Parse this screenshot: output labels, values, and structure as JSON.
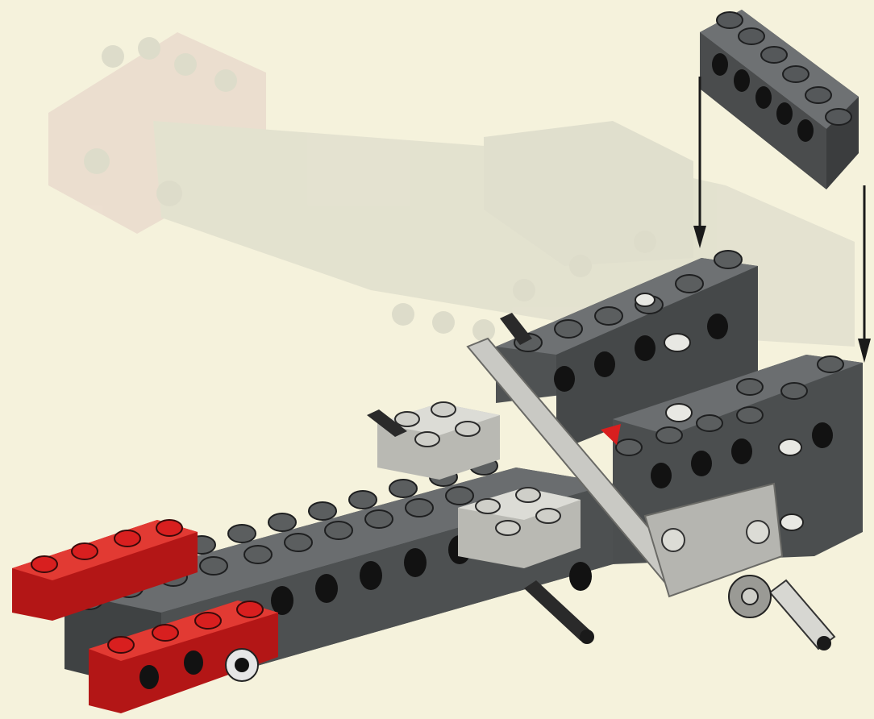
{
  "page": {
    "kind": "Instruction illustration",
    "background_color": "#f5f2dc",
    "visible_text": []
  },
  "palette": {
    "dark_gray": "#5b5e5f",
    "dark_gray_top": "#6e7173",
    "dark_gray_shadow": "#3b3d3e",
    "light_gray": "#c9c9c4",
    "light_gray_top": "#dcdcd6",
    "red": "#d81f1f",
    "red_top": "#e23a33",
    "black": "#111111",
    "ghost": "#d9d8c6",
    "ghost_red": "#e2c9bd"
  },
  "parts": {
    "new_part": {
      "name": "technic-brick-1x6-icon",
      "color": "dark_gray",
      "holes": 5,
      "studs": 6
    },
    "arrows": [
      "placement-arrow-left",
      "placement-arrow-right"
    ],
    "axles": 4,
    "red_bricks": 2,
    "light_gray_plates": 2
  }
}
